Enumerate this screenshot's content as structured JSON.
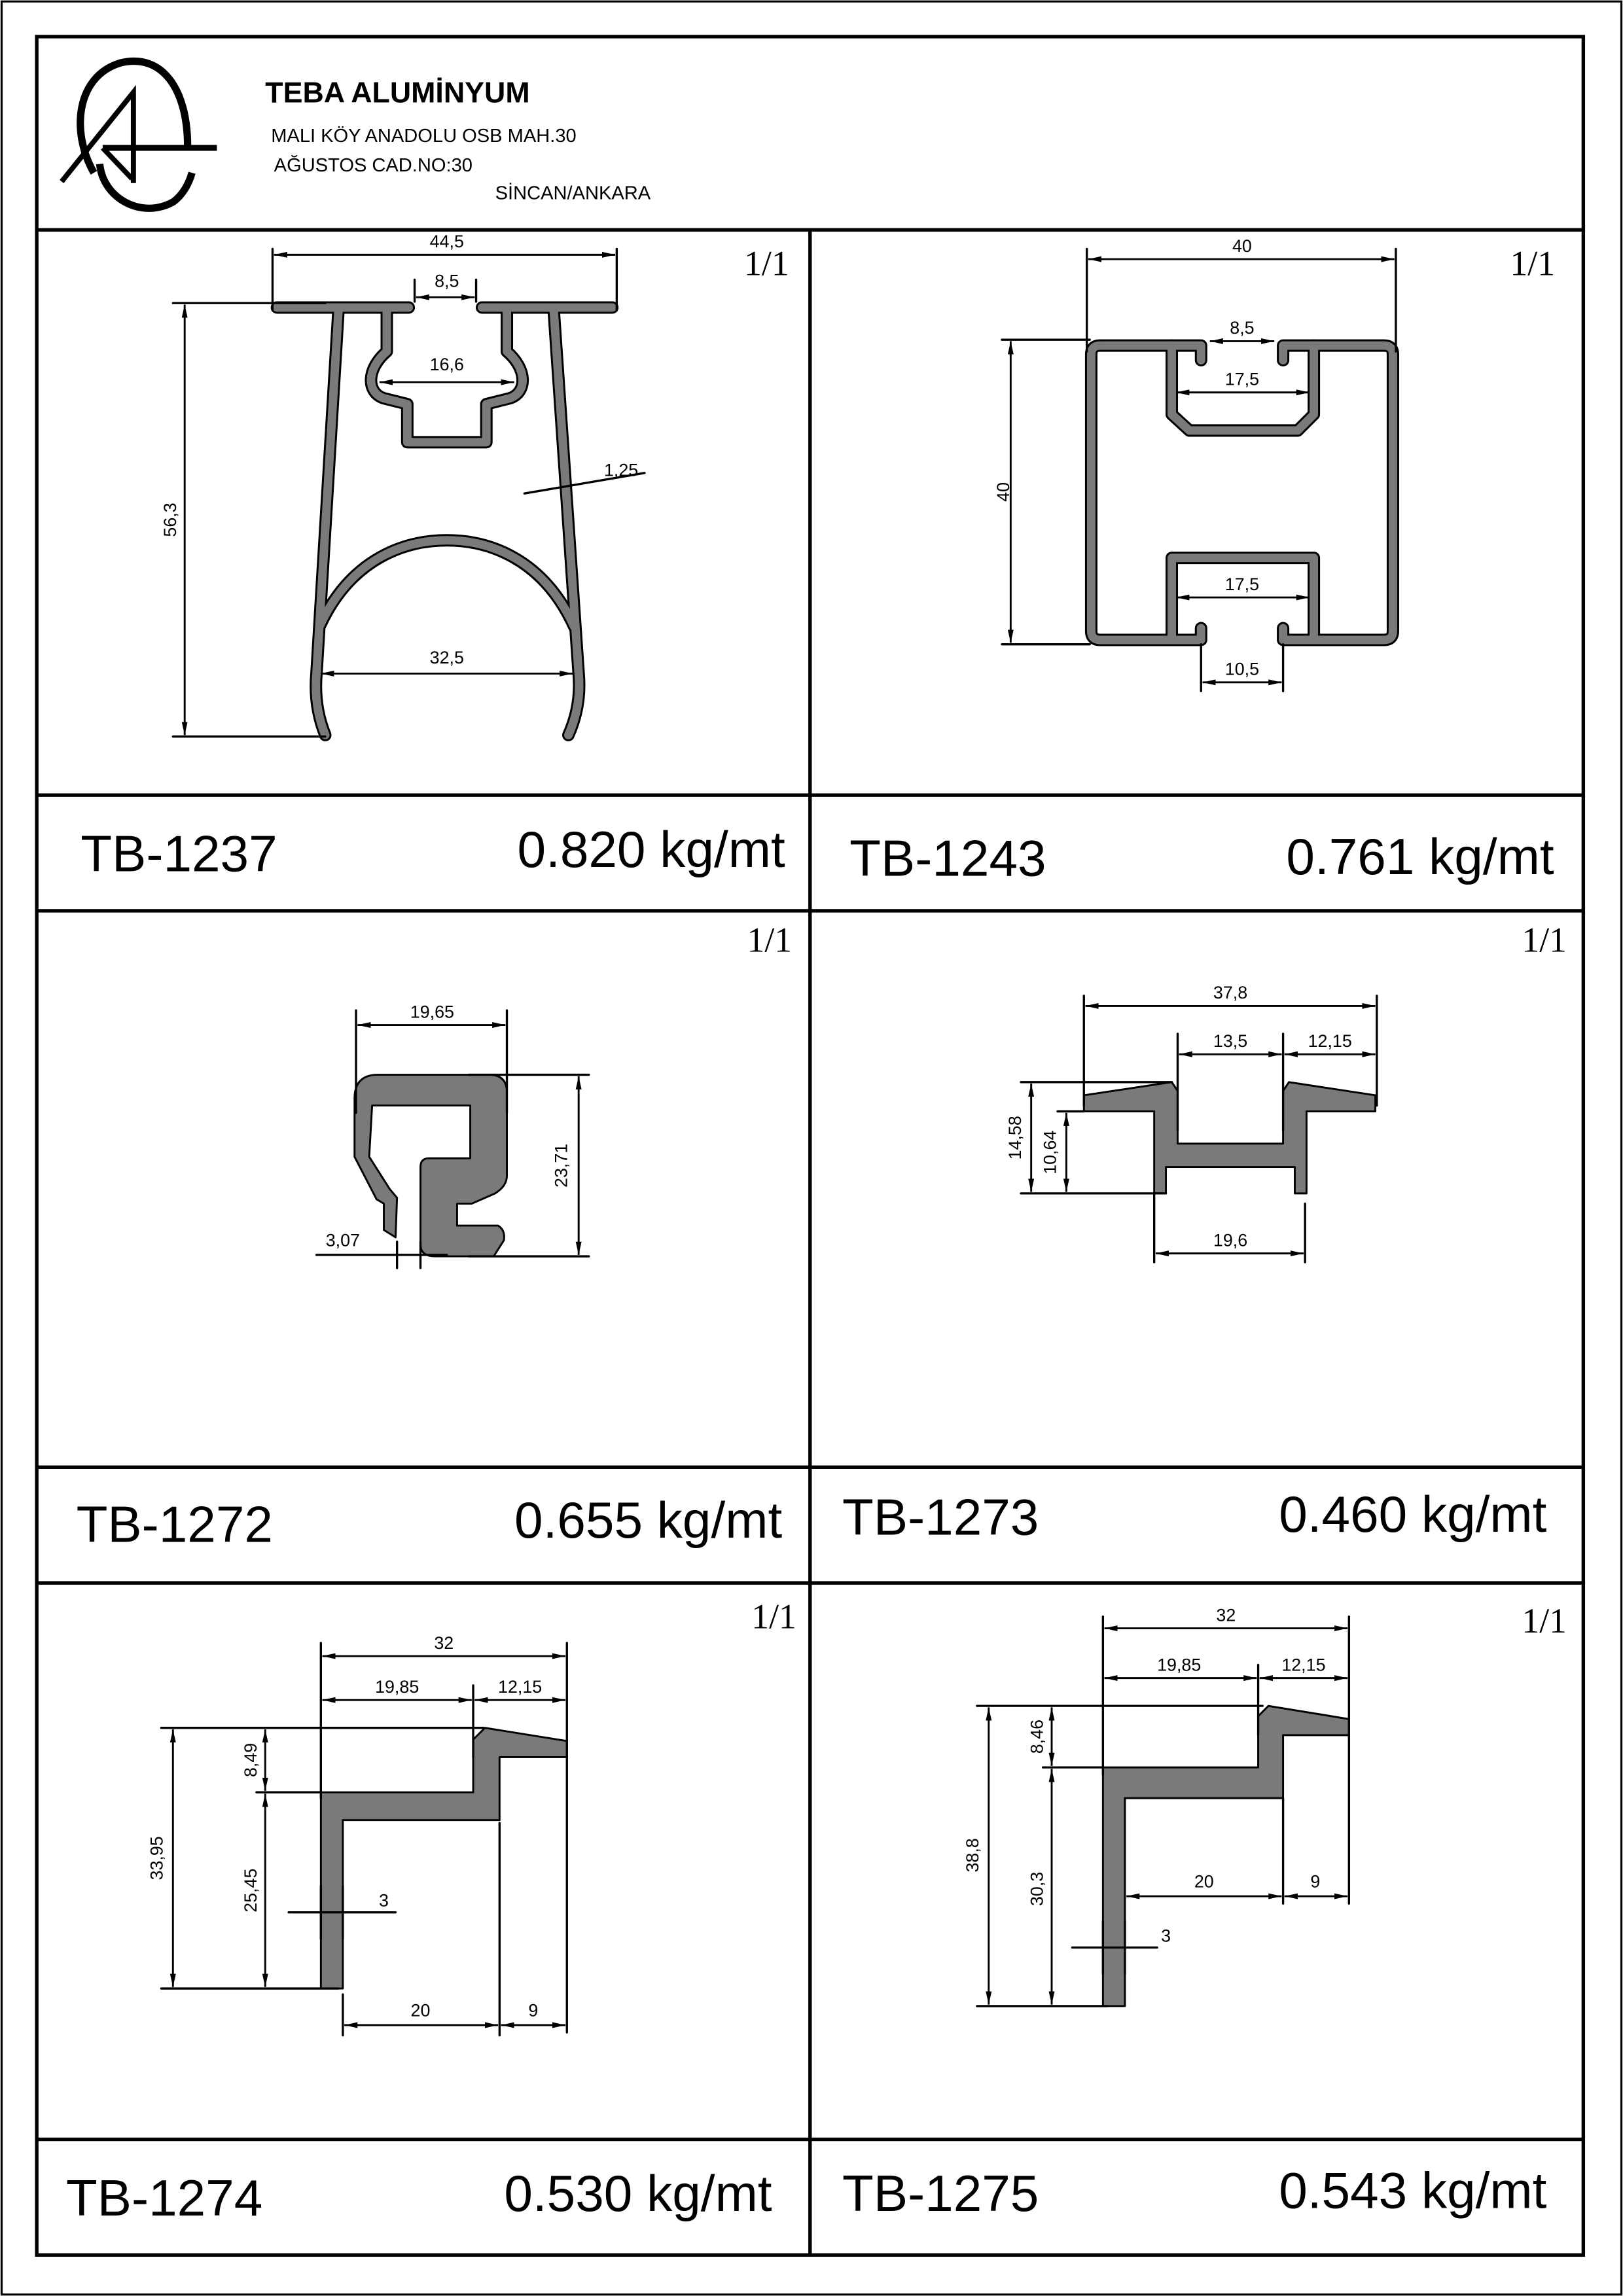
{
  "company": {
    "name": "TEBA ALUMİNYUM",
    "address_line1": "MALI KÖY ANADOLU OSB MAH.30",
    "address_line2": "AĞUSTOS CAD.NO:30",
    "city": "SİNCAN/ANKARA"
  },
  "colors": {
    "profile_fill": "#7a7a7a",
    "line": "#000000"
  },
  "profiles": [
    {
      "code": "TB-1237",
      "weight": "0.820 kg/mt",
      "scale": "1/1",
      "dims": [
        "44,5",
        "8,5",
        "16,6",
        "56,3",
        "1,25",
        "32,5"
      ]
    },
    {
      "code": "TB-1243",
      "weight": "0.761 kg/mt",
      "scale": "1/1",
      "dims": [
        "40",
        "8,5",
        "17,5",
        "40",
        "17,5",
        "10,5"
      ]
    },
    {
      "code": "TB-1272",
      "weight": "0.655 kg/mt",
      "scale": "1/1",
      "dims": [
        "19,65",
        "23,71",
        "3,07"
      ]
    },
    {
      "code": "TB-1273",
      "weight": "0.460 kg/mt",
      "scale": "1/1",
      "dims": [
        "37,8",
        "13,5",
        "12,15",
        "14,58",
        "10,64",
        "19,6"
      ]
    },
    {
      "code": "TB-1274",
      "weight": "0.530 kg/mt",
      "scale": "1/1",
      "dims": [
        "32",
        "19,85",
        "12,15",
        "33,95",
        "8,49",
        "25,45",
        "3",
        "20",
        "9"
      ]
    },
    {
      "code": "TB-1275",
      "weight": "0.543 kg/mt",
      "scale": "1/1",
      "dims": [
        "32",
        "19,85",
        "12,15",
        "38,8",
        "8,46",
        "30,3",
        "3",
        "20",
        "9"
      ]
    }
  ]
}
